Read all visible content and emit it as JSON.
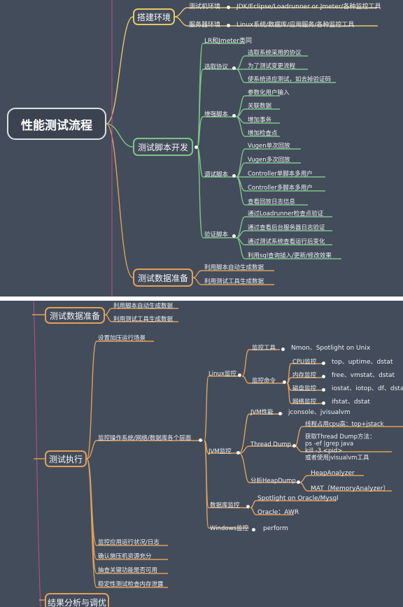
{
  "title": "性能测试流程",
  "env": {
    "label": "搭建环境",
    "items": [
      {
        "label": "测试机环境",
        "value": "JDK/Eclipse/Loadrunner or Jmeter/各种监控工具"
      },
      {
        "label": "服务器环境",
        "value": "Linux系统/数据库/应用服务/各种监控工具"
      }
    ]
  },
  "script_dev": {
    "label": "测试脚本开发",
    "first": "LR和Jmeter类同",
    "groups": [
      {
        "label": "选取协议",
        "items": [
          "选取系统采用的协议",
          "为了测试变更流程",
          "使系统适应测试，如去掉验证码"
        ]
      },
      {
        "label": "增强脚本",
        "items": [
          "参数化用户输入",
          "关联数据",
          "增加事务",
          "增加检查点"
        ]
      },
      {
        "label": "调试脚本",
        "items": [
          "Vugen单次回放",
          "Vugen多次回放",
          "Controller单脚本多用户",
          "Controller多脚本多用户",
          "查看回放日志信息"
        ]
      },
      {
        "label": "验证脚本",
        "items": [
          "通过Loadrunner检查点验证",
          "通过查看后台服务器日志验证",
          "通过测试系统查看运行后变化",
          "利用sql查询插入/更新/修改效果"
        ]
      }
    ]
  },
  "data_prep": {
    "label": "测试数据准备",
    "items": [
      "利用脚本自动生成数据",
      "利用测试工具生成数据"
    ]
  },
  "execution": {
    "label": "测试执行",
    "setup": "设置加压运行场景",
    "monitor": "监控操作系统/网络/数据库各个层面",
    "linux": {
      "label": "Linux监控",
      "tools_label": "监控工具",
      "tools_value": "Nmon、Spotlight on Unix",
      "cmd_label": "监控命令",
      "cmds": [
        {
          "label": "CPU监控",
          "value": "top、uptime、dstat"
        },
        {
          "label": "内存监控",
          "value": "free、vmstat、dstat"
        },
        {
          "label": "磁盘监控",
          "value": "iostat、iotop、df、dstat"
        },
        {
          "label": "网络监控",
          "value": "ifstat、dstat"
        }
      ]
    },
    "jvm": {
      "label": "JVM监控",
      "perf_label": "JVM性能",
      "perf_value": "jconsole、jvisualvm",
      "td_label": "Thread Dump",
      "td_items": [
        "线程占用cpu高：top+jstack",
        "获取Thread Dump方法：",
        "ps -ef |grep java",
        "kill -3 <pid>",
        "或者使用jvisualvm工具"
      ],
      "hd_label": "分析HeapDump",
      "hd_items": [
        "HeapAnalyzer",
        "MAT（MemoryAnalyzer）"
      ]
    },
    "db": {
      "label": "数据库监控",
      "items": [
        "Spotlight on Oracle/Mysql",
        "Oracle：AWR"
      ]
    },
    "win": {
      "label": "Windows监控",
      "value": "perform"
    },
    "bottom": [
      "监控应用运行状况/日志",
      "确认施压机资源充分",
      "抽查关键功能是否可用",
      "稳定性测试检查内存泄露"
    ]
  },
  "result": {
    "label": "结果分析与调优"
  }
}
